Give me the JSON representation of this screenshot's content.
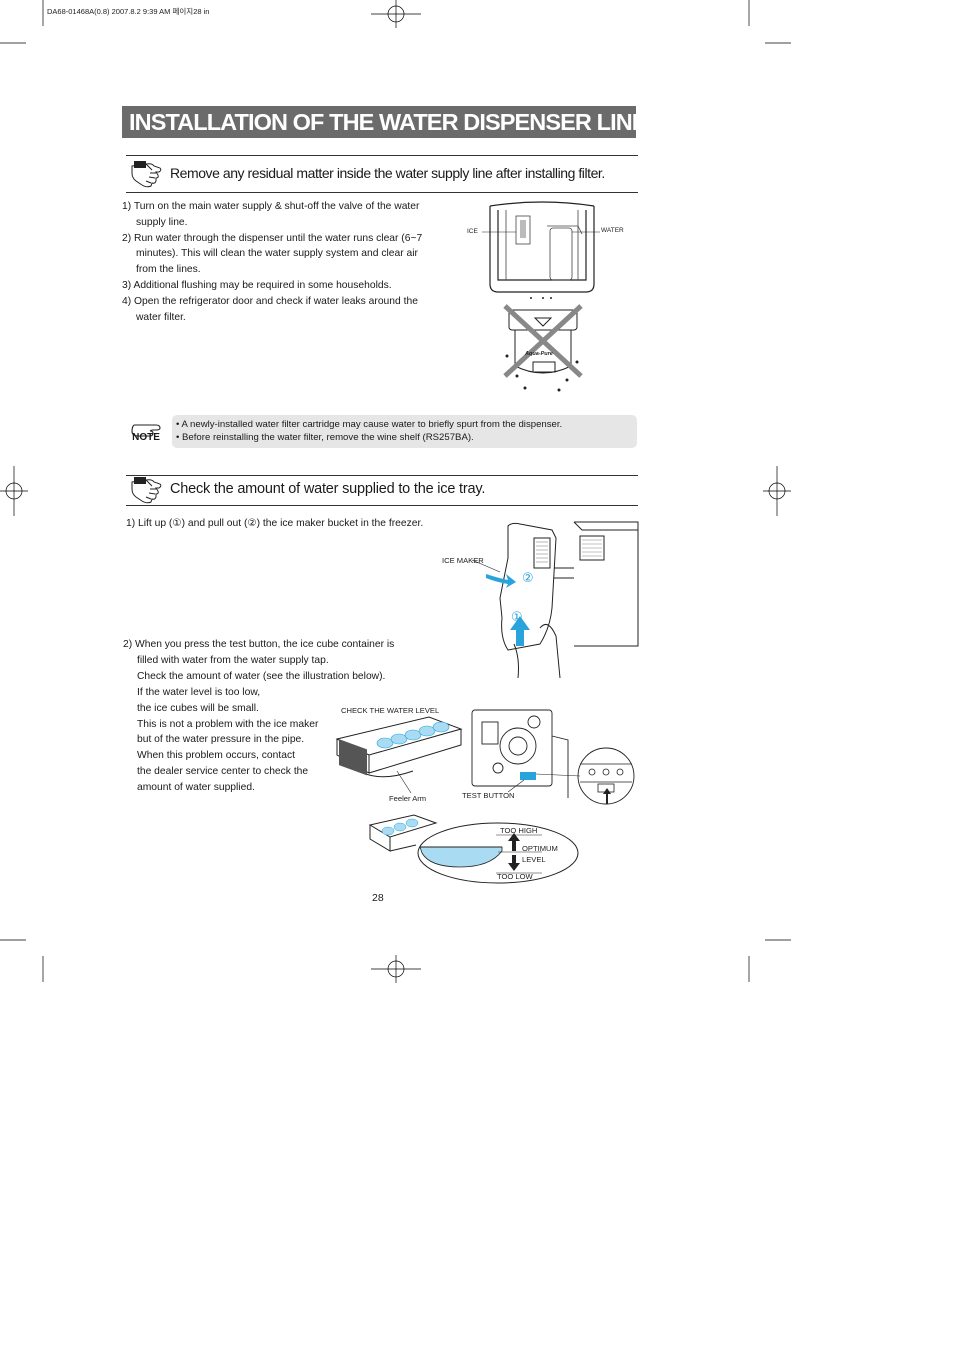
{
  "header": {
    "printer_slug": "DA68-01468A(0.8)  2007.8.2 9:39 AM 페이지28   in"
  },
  "title": "INSTALLATION OF THE WATER DISPENSER LINE",
  "section1": {
    "heading": "Remove any residual matter inside the water supply line after installing filter.",
    "steps": [
      "1) Turn on the main water supply & shut-off the valve of the water supply line.",
      "2) Run water through the dispenser until the water runs clear (6~7 minutes). This will clean the water supply system and clear air from the lines.",
      "3) Additional flushing may be required in some households.",
      "4) Open the refrigerator door and check if water leaks around the water filter."
    ],
    "figure_labels": {
      "ice": "ICE",
      "water": "WATER",
      "filter_brand": "Aqua-Pure"
    }
  },
  "note": {
    "label": "NOTE",
    "lines": [
      "• A newly-installed water filter cartridge may cause water to briefly spurt from the dispenser.",
      "• Before reinstalling the water filter, remove the wine shelf (RS257BA)."
    ]
  },
  "section2": {
    "heading": "Check the amount of water supplied to the ice tray.",
    "step1": "1) Lift up (①) and pull out (②) the ice maker bucket in the freezer.",
    "step2_lines": [
      "2) When you press the test button, the ice cube container is",
      "filled with water from the water supply tap.",
      "Check the amount of water (see the illustration below).",
      "If the water level is too low,",
      "the ice cubes will be small.",
      "This is not a problem with the ice maker",
      "but of the water pressure in the pipe.",
      "When this problem occurs, contact",
      "the dealer service center to check the",
      "amount of water supplied."
    ],
    "figure_labels": {
      "ice_maker": "ICE MAKER",
      "num1": "①",
      "num2": "②",
      "check_level": "CHECK THE WATER LEVEL",
      "feeler_arm": "Feeler Arm",
      "test_button": "TEST BUTTON",
      "too_high": "TOO HIGH",
      "optimum": "OPTIMUM",
      "level": "LEVEL",
      "too_low": "TOO LOW"
    }
  },
  "page_number": "28",
  "colors": {
    "title_bar": "#6b6b6b",
    "note_bg": "#e6e6e6",
    "accent_blue": "#29a3dc",
    "water_blue": "#a9dcf2"
  }
}
